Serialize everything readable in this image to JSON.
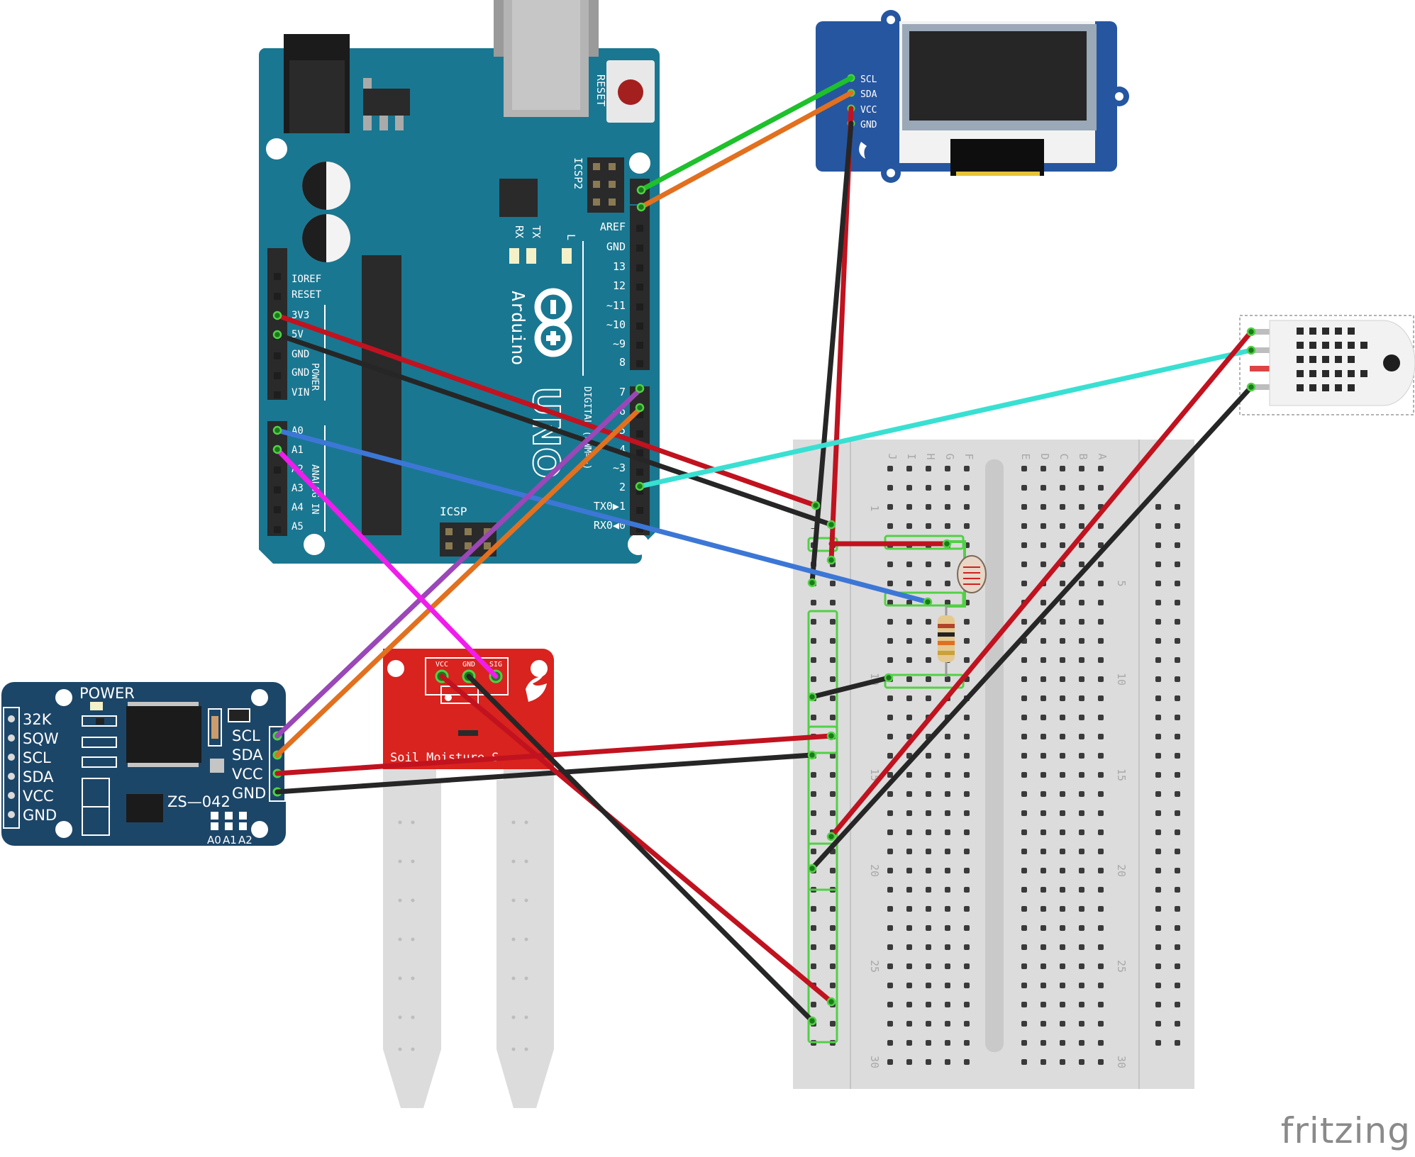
{
  "arduino": {
    "reset_label": "RESET",
    "icsp2_label": "ICSP2",
    "icsp_label": "ICSP",
    "tx_label": "TX",
    "rx_label": "RX",
    "l_label": "L",
    "name": "Arduino",
    "model": "UNO",
    "digital_label": "DIGITAL (PWM=~)",
    "power_label": "POWER",
    "analog_label": "ANALOG IN",
    "right_header": [
      "AREF",
      "GND",
      "13",
      "12",
      "~11",
      "~10",
      "~9",
      "8"
    ],
    "right_header2": [
      "7",
      "~6",
      "~5",
      "4",
      "~3",
      "2",
      "TX0▶1",
      "RX0◀0"
    ],
    "power_header": [
      "IOREF",
      "RESET",
      "3V3",
      "5V",
      "GND",
      "GND",
      "VIN"
    ],
    "analog_header": [
      "A0",
      "A1",
      "A2",
      "A3",
      "A4",
      "A5"
    ]
  },
  "oled": {
    "pins": [
      "SCL",
      "SDA",
      "VCC",
      "GND"
    ]
  },
  "rtc": {
    "power_label": "POWER",
    "left_pins": [
      "32K",
      "SQW",
      "SCL",
      "SDA",
      "VCC",
      "GND"
    ],
    "right_pins": [
      "SCL",
      "SDA",
      "VCC",
      "GND"
    ],
    "chip_label": "ZS—042",
    "addr_labels": [
      "A0",
      "A1",
      "A2"
    ]
  },
  "soil": {
    "pins": [
      "VCC",
      "GND",
      "SIG"
    ],
    "title": "Soil Moisture S"
  },
  "breadboard": {
    "left_cols": [
      "J",
      "I",
      "H",
      "G",
      "F"
    ],
    "right_cols": [
      "E",
      "D",
      "C",
      "B",
      "A"
    ],
    "row_numbers": [
      "1",
      "5",
      "10",
      "15",
      "20",
      "25",
      "30"
    ]
  },
  "brand": "fritzing",
  "colors": {
    "arduino": "#1a7791",
    "rtc": "#1c4668",
    "oled": "#2656a0",
    "soil": "#d8231f",
    "breadboard": "#dcdcdc",
    "wire_red": "#c1121f",
    "wire_black": "#262626",
    "wire_green": "#1ec02c",
    "wire_orange": "#e2701e",
    "wire_blue": "#3c77d6",
    "wire_purple": "#9a47b7",
    "wire_magenta": "#f01cec",
    "wire_cyan": "#39e0d2"
  }
}
